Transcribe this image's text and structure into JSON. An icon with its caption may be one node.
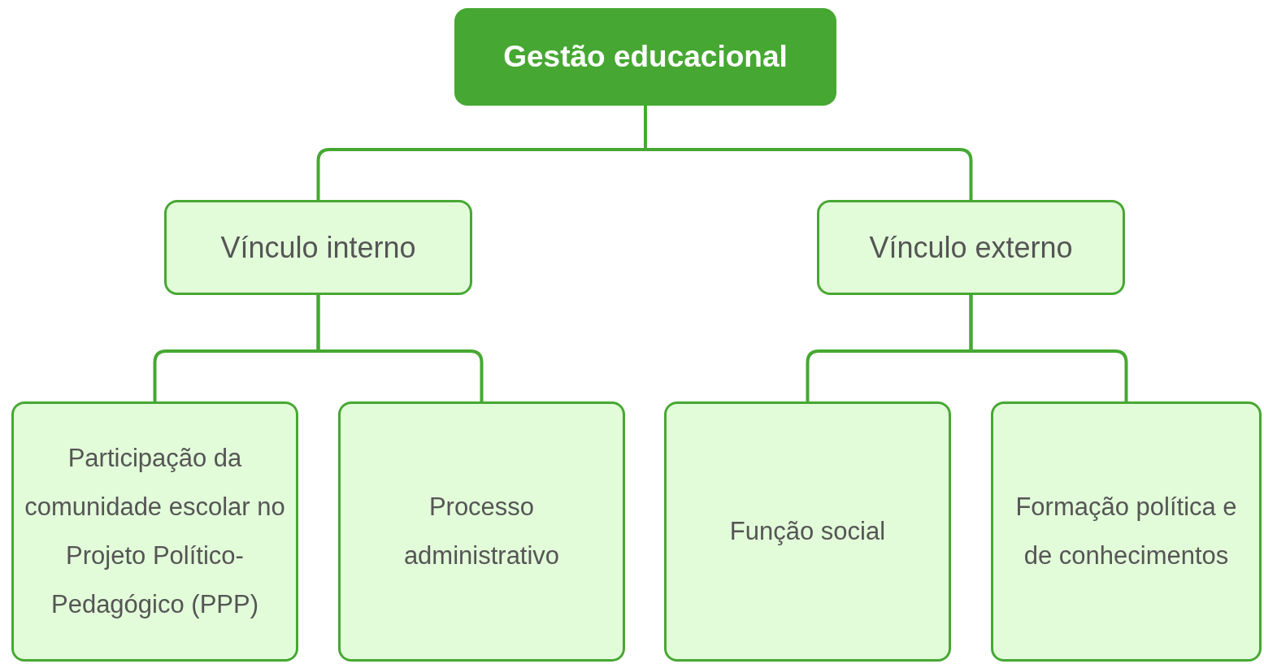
{
  "diagram": {
    "nodes": [
      {
        "text": [
          "Gestão educacional"
        ]
      },
      {
        "text": [
          "Vínculo interno"
        ]
      },
      {
        "text": [
          "Vínculo externo"
        ]
      },
      {
        "text": [
          "Participação da comunidade escolar no Projeto Político-Pedagógico (PPP)"
        ]
      },
      {
        "text": [
          "Processo administrativo"
        ]
      },
      {
        "text": [
          "Função social"
        ]
      },
      {
        "text": [
          "Formação política e de conhecimentos"
        ]
      }
    ],
    "edges": [
      {
        "from": 0,
        "to": 1,
        "arrow": "none"
      },
      {
        "from": 0,
        "to": 2,
        "arrow": "none"
      },
      {
        "from": 1,
        "to": 3,
        "arrow": "none"
      },
      {
        "from": 1,
        "to": 4,
        "arrow": "none"
      },
      {
        "from": 2,
        "to": 5,
        "arrow": "none"
      },
      {
        "from": 2,
        "to": 6,
        "arrow": "none"
      }
    ]
  }
}
